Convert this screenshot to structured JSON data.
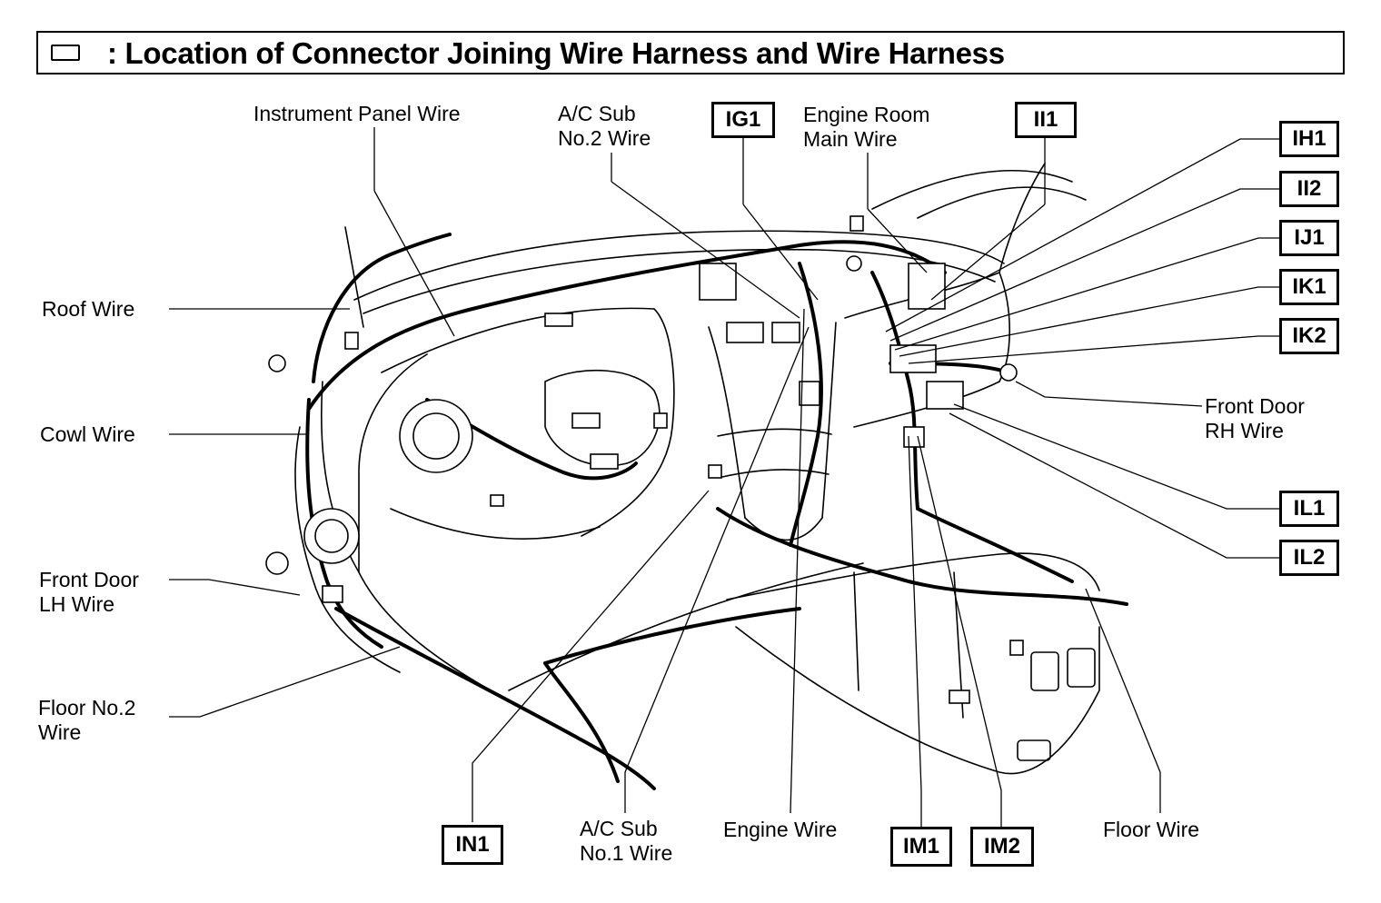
{
  "title": {
    "icon": "connector-icon",
    "text": ": Location of Connector Joining Wire Harness and Wire Harness"
  },
  "labels": {
    "instrument_panel_wire": "Instrument Panel Wire",
    "ac_sub_no2_line1": "A/C Sub",
    "ac_sub_no2_line2": "No.2 Wire",
    "engine_room_line1": "Engine Room",
    "engine_room_line2": "Main Wire",
    "roof_wire": "Roof Wire",
    "cowl_wire": "Cowl Wire",
    "front_door_lh_line1": "Front Door",
    "front_door_lh_line2": "LH Wire",
    "floor_no2_line1": "Floor No.2",
    "floor_no2_line2": "Wire",
    "front_door_rh_line1": "Front Door",
    "front_door_rh_line2": "RH Wire",
    "ac_sub_no1_line1": "A/C Sub",
    "ac_sub_no1_line2": "No.1 Wire",
    "engine_wire": "Engine Wire",
    "floor_wire": "Floor Wire"
  },
  "connectors": {
    "ig1": "IG1",
    "ii1": "II1",
    "ih1": "IH1",
    "ii2": "II2",
    "ij1": "IJ1",
    "ik1": "IK1",
    "ik2": "IK2",
    "il1": "IL1",
    "il2": "IL2",
    "in1": "IN1",
    "im1": "IM1",
    "im2": "IM2"
  }
}
